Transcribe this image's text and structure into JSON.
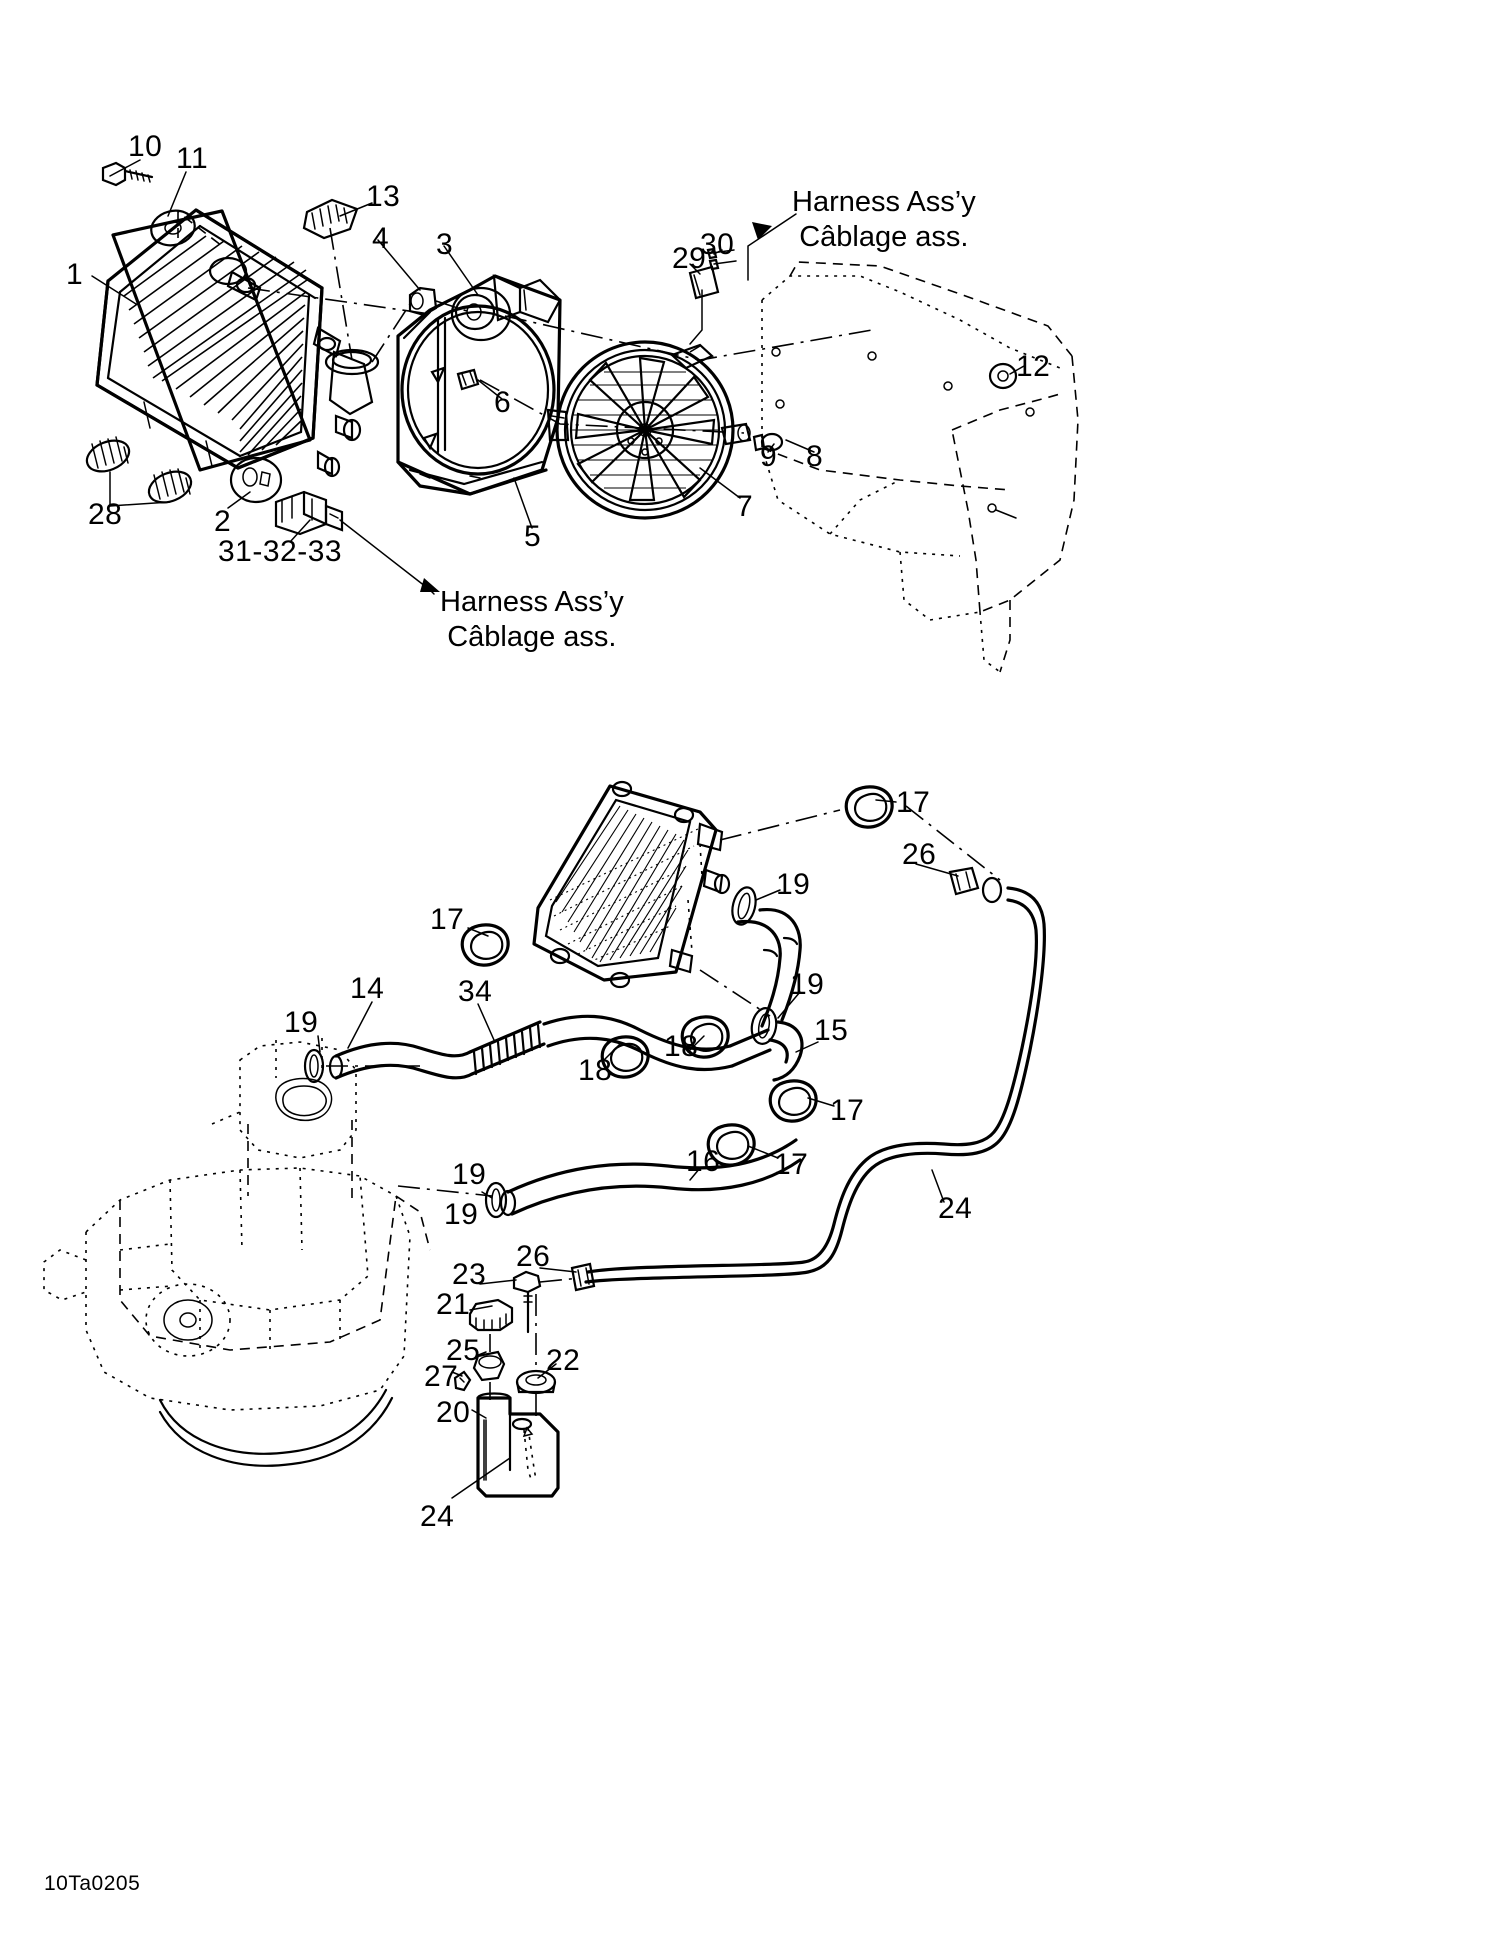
{
  "document": {
    "type": "exploded-parts-diagram",
    "title": "Cooling System - Radiator, Fan and Hoses",
    "footer_code": "10Ta0205",
    "line_color": "#000000",
    "background_color": "#ffffff"
  },
  "notes": [
    {
      "id": "harness-note-top",
      "line1": "Harness Ass’y",
      "line2": "Câblage ass."
    },
    {
      "id": "harness-note-bottom",
      "line1": "Harness Ass’y",
      "line2": "Câblage ass."
    }
  ],
  "callouts_upper": [
    {
      "ref": "1",
      "label": "1"
    },
    {
      "ref": "2",
      "label": "2"
    },
    {
      "ref": "3",
      "label": "3"
    },
    {
      "ref": "4",
      "label": "4"
    },
    {
      "ref": "5",
      "label": "5"
    },
    {
      "ref": "6",
      "label": "6"
    },
    {
      "ref": "7",
      "label": "7"
    },
    {
      "ref": "8",
      "label": "8"
    },
    {
      "ref": "9",
      "label": "9"
    },
    {
      "ref": "10",
      "label": "10"
    },
    {
      "ref": "11",
      "label": "11"
    },
    {
      "ref": "12",
      "label": "12"
    },
    {
      "ref": "13",
      "label": "13"
    },
    {
      "ref": "28",
      "label": "28"
    },
    {
      "ref": "29",
      "label": "29"
    },
    {
      "ref": "30",
      "label": "30"
    },
    {
      "ref": "31-32-33",
      "label": "31-32-33"
    }
  ],
  "callouts_lower": [
    {
      "ref": "14",
      "label": "14"
    },
    {
      "ref": "15",
      "label": "15"
    },
    {
      "ref": "16",
      "label": "16"
    },
    {
      "ref": "17a",
      "label": "17"
    },
    {
      "ref": "17b",
      "label": "17"
    },
    {
      "ref": "17c",
      "label": "17"
    },
    {
      "ref": "17d",
      "label": "17"
    },
    {
      "ref": "18a",
      "label": "18"
    },
    {
      "ref": "18b",
      "label": "18"
    },
    {
      "ref": "19a",
      "label": "19"
    },
    {
      "ref": "19b",
      "label": "19"
    },
    {
      "ref": "19c",
      "label": "19"
    },
    {
      "ref": "19d",
      "label": "19"
    },
    {
      "ref": "19e",
      "label": "19"
    },
    {
      "ref": "20",
      "label": "20"
    },
    {
      "ref": "21",
      "label": "21"
    },
    {
      "ref": "22",
      "label": "22"
    },
    {
      "ref": "23",
      "label": "23"
    },
    {
      "ref": "24a",
      "label": "24"
    },
    {
      "ref": "24b",
      "label": "24"
    },
    {
      "ref": "25",
      "label": "25"
    },
    {
      "ref": "26a",
      "label": "26"
    },
    {
      "ref": "26b",
      "label": "26"
    },
    {
      "ref": "27",
      "label": "27"
    },
    {
      "ref": "34",
      "label": "34"
    }
  ]
}
